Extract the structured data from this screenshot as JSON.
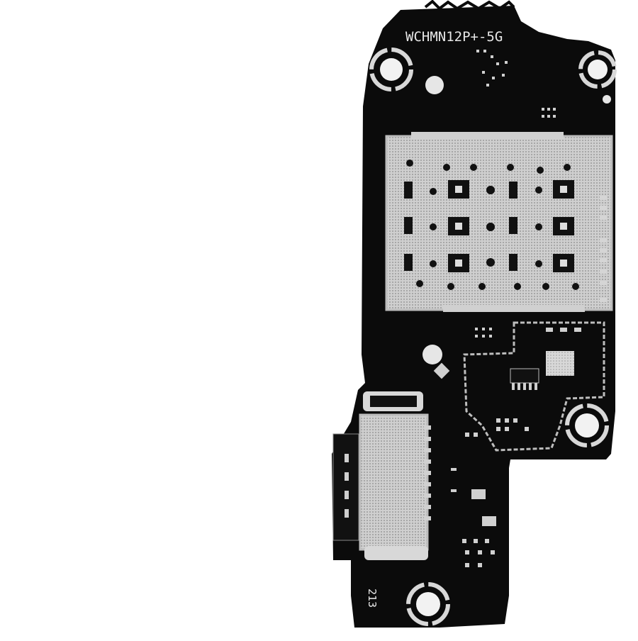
{
  "board": {
    "model_label": "WCHMN12P+-5G",
    "code_label": "213"
  },
  "colors": {
    "background": "#ffffff",
    "pcb": "#0a0a0a",
    "metal": "#cfcfcf",
    "metal_dark": "#9a9a9a",
    "pad": "#e6e6e6"
  },
  "components": {
    "sim_tray": "sim-card-slot",
    "usb_port": "usb-type-c-port",
    "screw_holes": "mounting-hole"
  }
}
